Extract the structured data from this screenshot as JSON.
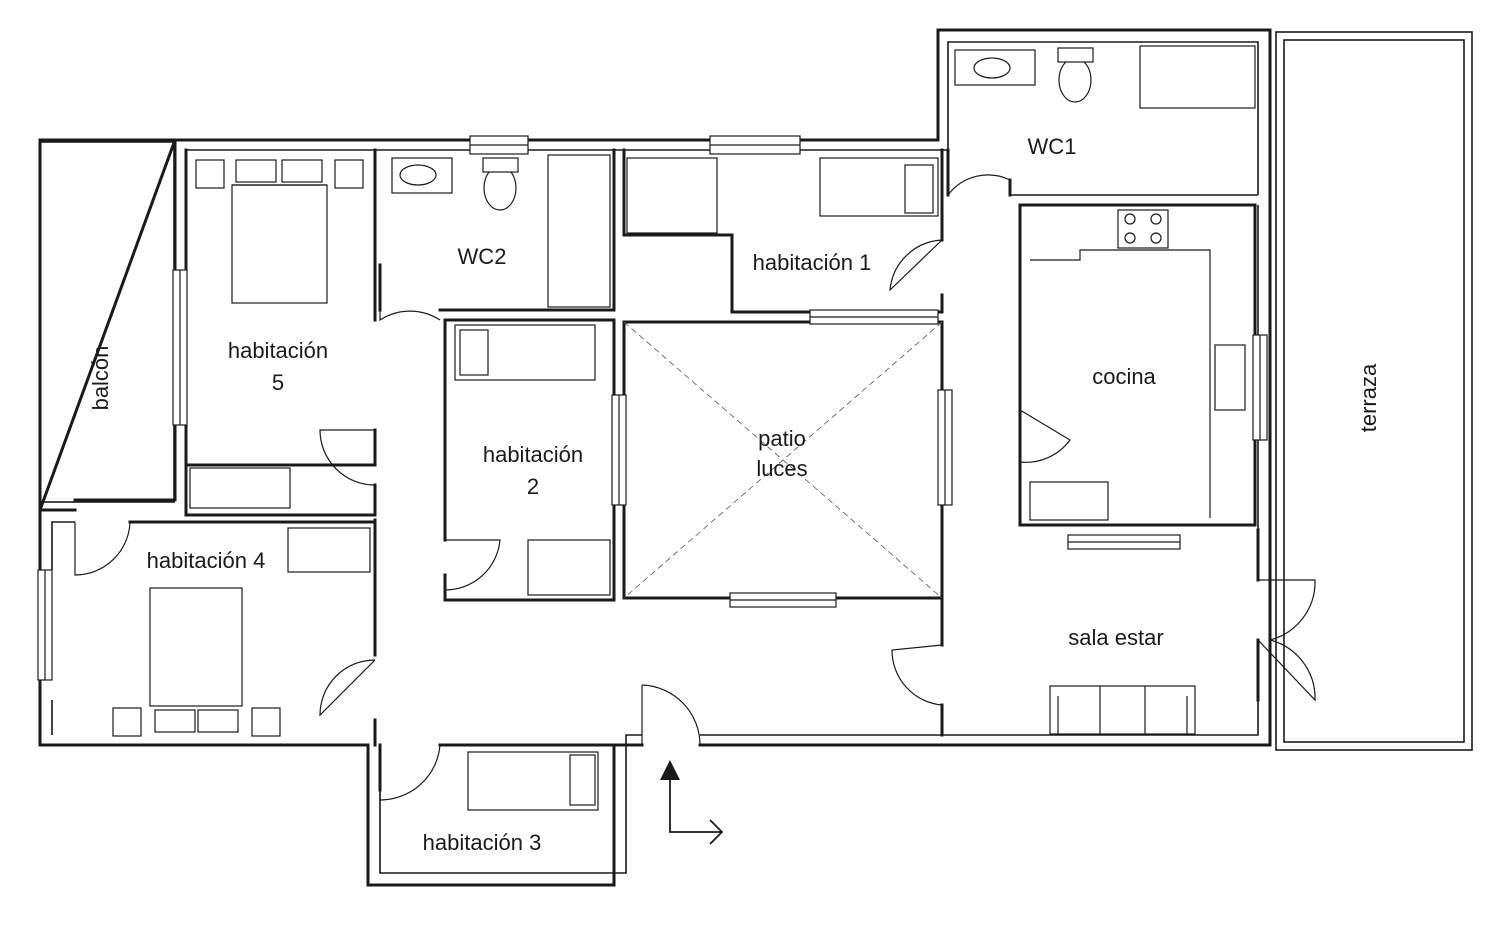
{
  "rooms": {
    "balcon": "balcón",
    "habitacion5_line1": "habitación",
    "habitacion5_line2": "5",
    "wc2": "WC2",
    "habitacion1": "habitación 1",
    "wc1": "WC1",
    "cocina": "cocina",
    "terraza": "terraza",
    "habitacion2_line1": "habitación",
    "habitacion2_line2": "2",
    "patio_line1": "patio",
    "patio_line2": "luces",
    "habitacion4": "habitación 4",
    "sala_estar": "sala estar",
    "habitacion3": "habitación 3"
  },
  "colors": {
    "line": "#1a1a1a",
    "background": "#ffffff"
  },
  "icons": {
    "entrance": "entrance-arrow-icon"
  }
}
